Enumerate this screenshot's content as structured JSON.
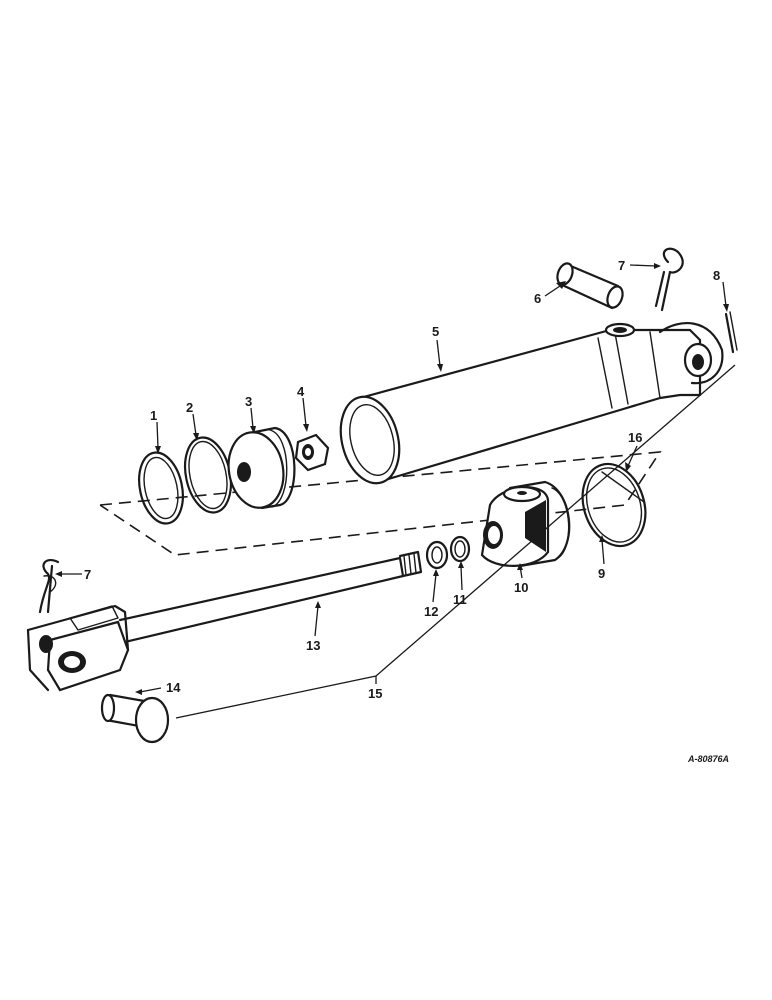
{
  "diagram": {
    "reference_code": "A-80876A",
    "callouts": [
      {
        "id": "c1",
        "text": "1"
      },
      {
        "id": "c2",
        "text": "2"
      },
      {
        "id": "c3",
        "text": "3"
      },
      {
        "id": "c4",
        "text": "4"
      },
      {
        "id": "c5",
        "text": "5"
      },
      {
        "id": "c6",
        "text": "6"
      },
      {
        "id": "c7a",
        "text": "7"
      },
      {
        "id": "c7b",
        "text": "7"
      },
      {
        "id": "c8",
        "text": "8"
      },
      {
        "id": "c9",
        "text": "9"
      },
      {
        "id": "c10",
        "text": "10"
      },
      {
        "id": "c11",
        "text": "11"
      },
      {
        "id": "c12",
        "text": "12"
      },
      {
        "id": "c13",
        "text": "13"
      },
      {
        "id": "c14",
        "text": "14"
      },
      {
        "id": "c15",
        "text": "15"
      },
      {
        "id": "c16",
        "text": "16"
      }
    ],
    "parts": [
      {
        "id": "o-ring-1",
        "icon": "o-ring-icon",
        "callout": "1"
      },
      {
        "id": "backup-ring-2",
        "icon": "ring-icon",
        "callout": "2"
      },
      {
        "id": "piston-3",
        "icon": "piston-icon",
        "callout": "3"
      },
      {
        "id": "nut-4",
        "icon": "hex-nut-icon",
        "callout": "4"
      },
      {
        "id": "cylinder-barrel-5",
        "icon": "cylinder-icon",
        "callout": "5"
      },
      {
        "id": "pin-6",
        "icon": "pin-icon",
        "callout": "6"
      },
      {
        "id": "hair-pin-7",
        "icon": "hairpin-clip-icon",
        "callout": "7"
      },
      {
        "id": "cotter-8",
        "icon": "cotter-pin-icon",
        "callout": "8"
      },
      {
        "id": "ring-9",
        "icon": "snap-ring-icon",
        "callout": "9"
      },
      {
        "id": "head-10",
        "icon": "cylinder-head-icon",
        "callout": "10"
      },
      {
        "id": "seal-11",
        "icon": "seal-icon",
        "callout": "11"
      },
      {
        "id": "washer-12",
        "icon": "washer-icon",
        "callout": "12"
      },
      {
        "id": "rod-13",
        "icon": "piston-rod-icon",
        "callout": "13"
      },
      {
        "id": "pin-14",
        "icon": "clevis-pin-icon",
        "callout": "14"
      },
      {
        "id": "assembly-15",
        "icon": "bracket-icon",
        "callout": "15"
      },
      {
        "id": "ring-16",
        "icon": "snap-ring-icon",
        "callout": "16"
      }
    ]
  }
}
